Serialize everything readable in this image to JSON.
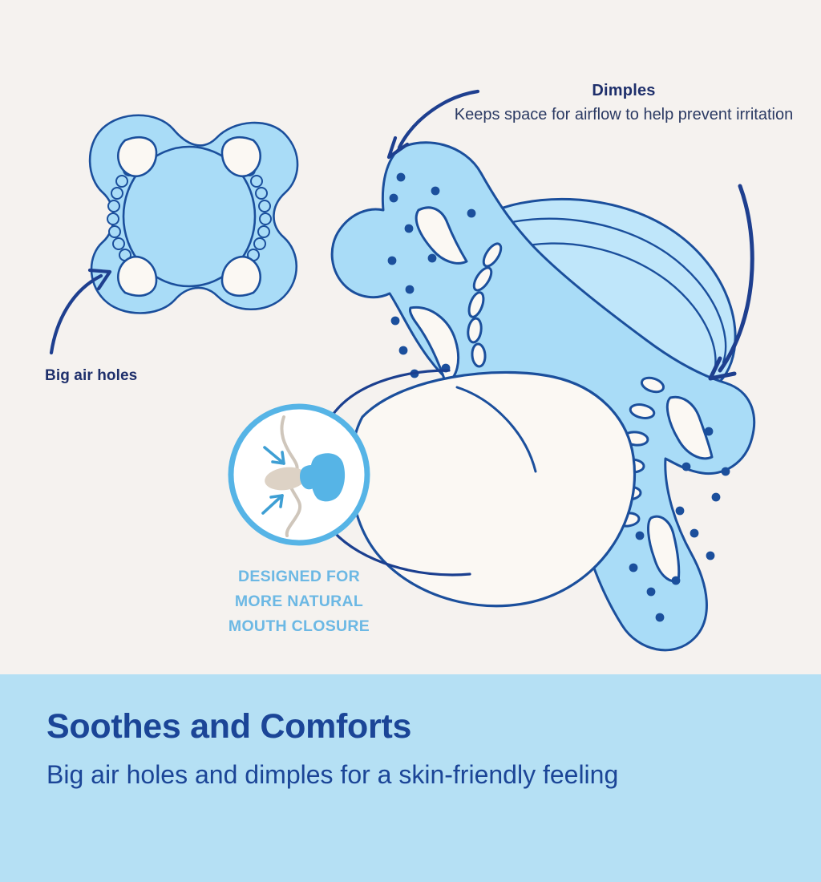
{
  "page": {
    "background_color": "#f5f2ef",
    "type": "product-feature-infographic"
  },
  "illustration": {
    "name": "pacifier-feature-diagram",
    "shield_fill": "#a9dcf7",
    "shield_fill_light": "#bfe6fa",
    "outline_color": "#1b4f9c",
    "nipple_fill": "#fbf8f3",
    "accent_light_blue": "#6cb8e4",
    "navy": "#1e2f6b",
    "items": [
      {
        "name": "front-view-pacifier",
        "label": "Pacifier shield front view with four air holes and textured ring"
      },
      {
        "name": "angled-view-pacifier",
        "label": "Pacifier three-quarter view showing dimples, air holes and nipple"
      },
      {
        "name": "mouth-closure-inset",
        "label": "Circular inset of baby profile with pacifier in mouth and inward arrows"
      }
    ]
  },
  "callouts": {
    "dimples": {
      "heading": "Dimples",
      "body": "Keeps space for airflow to help prevent irritation"
    },
    "air_holes": {
      "label": "Big air holes"
    },
    "mouth_closure": {
      "line1": "DESIGNED FOR",
      "line2": "MORE NATURAL",
      "line3": "MOUTH CLOSURE"
    }
  },
  "banner": {
    "background_color": "#b5e0f4",
    "title": "Soothes and Comforts",
    "subtitle": "Big air holes and dimples for a skin-friendly feeling",
    "text_color": "#1b4597"
  }
}
